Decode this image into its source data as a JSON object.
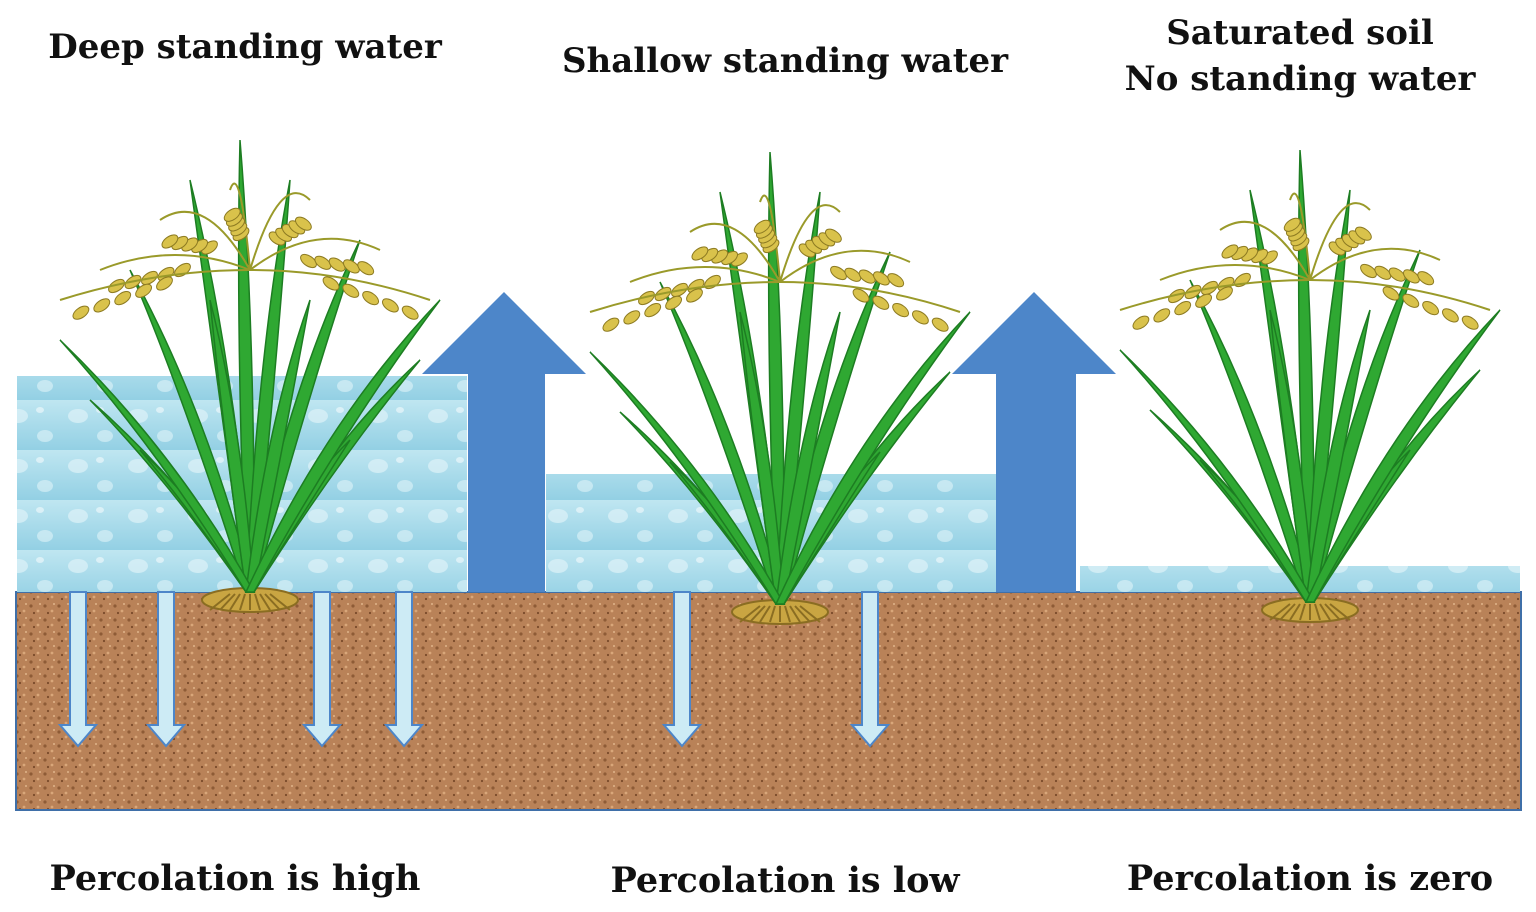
{
  "panels": [
    {
      "title_lines": [
        "Deep standing water"
      ],
      "caption": "Percolation is high",
      "water_level": "deep",
      "percolation_arrow_count": 4
    },
    {
      "title_lines": [
        "Shallow standing water"
      ],
      "caption": "Percolation is low",
      "water_level": "shallow",
      "percolation_arrow_count": 2
    },
    {
      "title_lines": [
        "Saturated soil",
        "No standing water"
      ],
      "caption": "Percolation is zero",
      "water_level": "none",
      "percolation_arrow_count": 0
    }
  ],
  "transition_arrows": [
    {
      "icon": "up-arrow-icon",
      "meaning": "transition-between-panels"
    },
    {
      "icon": "up-arrow-icon",
      "meaning": "transition-between-panels"
    }
  ],
  "colors": {
    "water": "#a9dcea",
    "soil": "#b78158",
    "arrow": "#4d86c9",
    "leaf": "#2fa832",
    "grain": "#d9c24b"
  }
}
